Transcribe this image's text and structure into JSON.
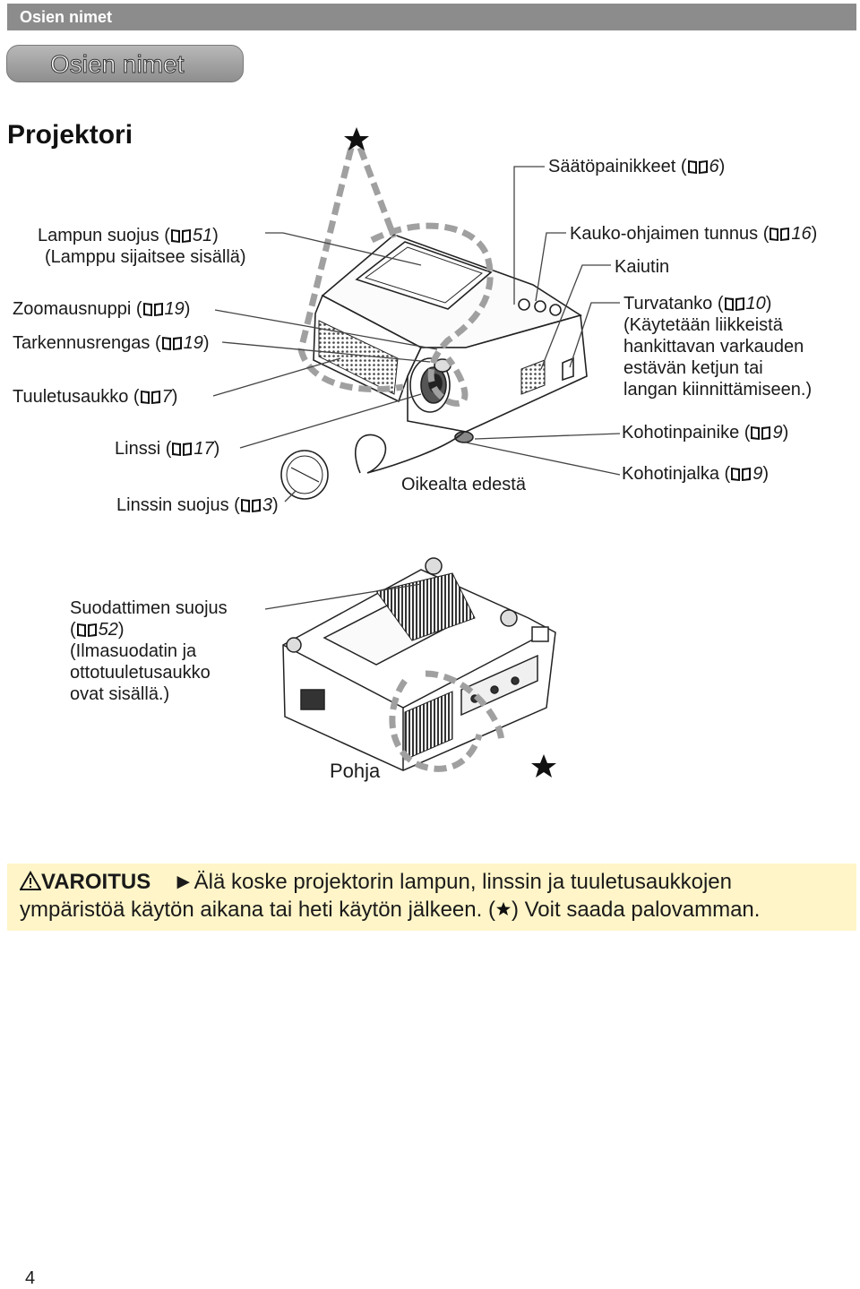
{
  "header": {
    "section": "Osien nimet"
  },
  "section_title": "Osien nimet",
  "page_title": "Projektori",
  "labels": {
    "saatopainikkeet": {
      "text": "Säätöpainikkeet (",
      "page": "6",
      "close": ")"
    },
    "lampun_suojus": {
      "text": "Lampun suojus (",
      "page": "51",
      "close": ")",
      "sub": "(Lamppu sijaitsee sisällä)"
    },
    "kauko": {
      "text": "Kauko-ohjaimen tunnus (",
      "page": "16",
      "close": ")"
    },
    "kaiutin": "Kaiutin",
    "zoomausnuppi": {
      "text": "Zoomausnuppi (",
      "page": "19",
      "close": ")"
    },
    "tarkennusrengas": {
      "text": "Tarkennusrengas (",
      "page": "19",
      "close": ")"
    },
    "turvatanko": {
      "text": "Turvatanko (",
      "page": "10",
      "close": ")",
      "lines": [
        "(Käytetään liikkeistä",
        "hankittavan varkauden",
        "estävän ketjun tai",
        "langan kiinnittämiseen.)"
      ]
    },
    "tuuletusaukko": {
      "text": "Tuuletusaukko (",
      "page": "7",
      "close": ")"
    },
    "kohotinpainike": {
      "text": "Kohotinpainike (",
      "page": "9",
      "close": ")"
    },
    "linssi": {
      "text": "Linssi (",
      "page": "17",
      "close": ")"
    },
    "kohotinjalka": {
      "text": "Kohotinjalka (",
      "page": "9",
      "close": ")"
    },
    "oikealta": "Oikealta edestä",
    "linssin_suojus": {
      "text": "Linssin suojus (",
      "page": "3",
      "close": ")"
    },
    "suodattimen": {
      "line1": "Suodattimen suojus",
      "open": "(",
      "page": "52",
      "close": ")",
      "lines": [
        "(Ilmasuodatin ja",
        "ottotuuletusaukko",
        "ovat sisällä.)"
      ]
    },
    "pohja": "Pohja"
  },
  "warning": {
    "label": "VAROITUS",
    "line1": "Älä koske projektorin lampun, linssin ja tuuletusaukkojen",
    "line2a": "ympäristöä käytön aikana tai heti käytön jälkeen. (",
    "line2b": ") Voit saada palovamman."
  },
  "page_number": "4",
  "colors": {
    "header_bar": "#8c8c8c",
    "warning_bg": "#fff5c8",
    "dash": "#a0a0a0"
  }
}
